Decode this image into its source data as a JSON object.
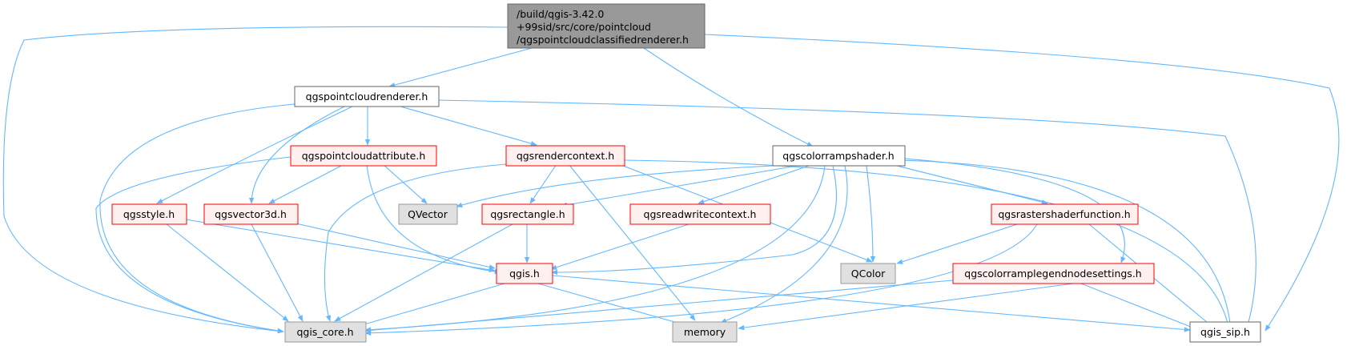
{
  "diagram": {
    "colors": {
      "edge": "#63b8ff",
      "root_fill": "#999999",
      "root_border": "#666666",
      "normal_fill": "#ffffff",
      "normal_border": "#666666",
      "truncated_fill": "#fff0f0",
      "truncated_border": "#ff0000",
      "external_fill": "#e0e0e0",
      "external_border": "#999999"
    },
    "nodes": [
      {
        "id": "root",
        "style": "root",
        "lines": [
          "/build/qgis-3.42.0",
          "+99sid/src/core/pointcloud",
          "/qgspointcloudclassifiedrenderer.h"
        ]
      },
      {
        "id": "pcrenderer",
        "style": "normal",
        "lines": [
          "qgspointcloudrenderer.h"
        ]
      },
      {
        "id": "colorrampshader",
        "style": "normal",
        "lines": [
          "qgscolorrampshader.h"
        ]
      },
      {
        "id": "pcattribute",
        "style": "truncated",
        "lines": [
          "qgspointcloudattribute.h"
        ]
      },
      {
        "id": "rendercontext",
        "style": "truncated",
        "lines": [
          "qgsrendercontext.h"
        ]
      },
      {
        "id": "qgsstyle",
        "style": "truncated",
        "lines": [
          "qgsstyle.h"
        ]
      },
      {
        "id": "vector3d",
        "style": "truncated",
        "lines": [
          "qgsvector3d.h"
        ]
      },
      {
        "id": "qvector",
        "style": "external",
        "lines": [
          "QVector"
        ]
      },
      {
        "id": "rectangle",
        "style": "truncated",
        "lines": [
          "qgsrectangle.h"
        ]
      },
      {
        "id": "readwritecontext",
        "style": "truncated",
        "lines": [
          "qgsreadwritecontext.h"
        ]
      },
      {
        "id": "rastershaderfunction",
        "style": "truncated",
        "lines": [
          "qgsrastershaderfunction.h"
        ]
      },
      {
        "id": "qgis",
        "style": "truncated",
        "lines": [
          "qgis.h"
        ]
      },
      {
        "id": "qcolor",
        "style": "external",
        "lines": [
          "QColor"
        ]
      },
      {
        "id": "legendsettings",
        "style": "truncated",
        "lines": [
          "qgscolorramplegendnodesettings.h"
        ]
      },
      {
        "id": "qgiscore",
        "style": "external",
        "lines": [
          "qgis_core.h"
        ]
      },
      {
        "id": "memory",
        "style": "external",
        "lines": [
          "memory"
        ]
      },
      {
        "id": "qgissip",
        "style": "normal",
        "lines": [
          "qgis_sip.h"
        ]
      }
    ]
  }
}
